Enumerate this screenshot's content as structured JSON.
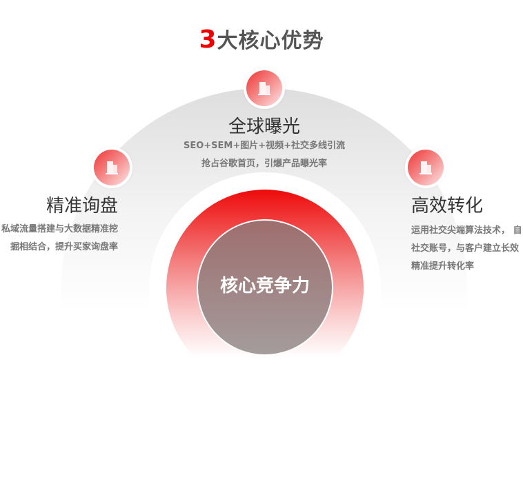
{
  "title": {
    "number": "3",
    "text": "大核心优势"
  },
  "center": {
    "label": "核心竞争力"
  },
  "advantages": [
    {
      "icon": "building-icon",
      "title": "全球曝光",
      "lines": [
        "SEO+SEM+图片+视频+社交多线引流",
        "抢占谷歌首页，引爆产品曝光率"
      ]
    },
    {
      "icon": "building-icon",
      "title": "精准询盘",
      "lines": [
        "私域流量搭建与大数据精准挖",
        "掘相结合，提升买家询盘率"
      ]
    },
    {
      "icon": "building-icon",
      "title": "高效转化",
      "lines": [
        "运用社交尖端算法技术， 自",
        "社交账号，与客户建立长效",
        "精准提升转化率"
      ]
    }
  ],
  "colors": {
    "accent": "#ee0000",
    "core": "#a08080"
  }
}
